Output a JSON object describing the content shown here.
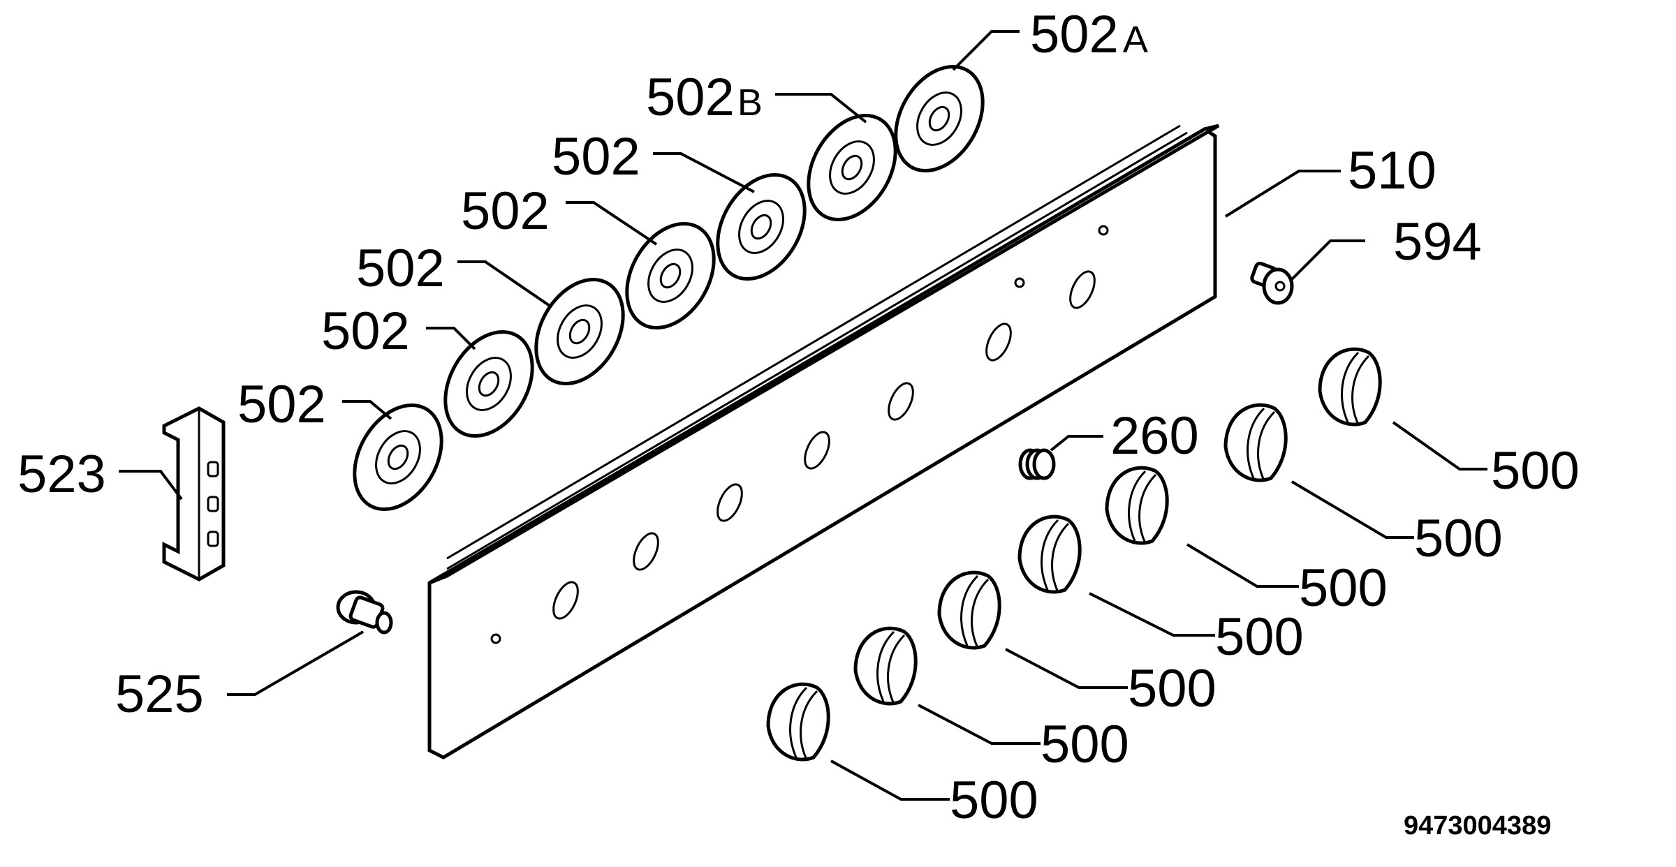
{
  "labels": {
    "washer_a": "502",
    "washer_a_suffix": "A",
    "washer_b": "502",
    "washer_b_suffix": "B",
    "washer": "502",
    "panel": "510",
    "screw_right": "594",
    "spring": "260",
    "bracket": "523",
    "screw_left": "525",
    "knob": "500"
  },
  "document_code": "9473004389"
}
